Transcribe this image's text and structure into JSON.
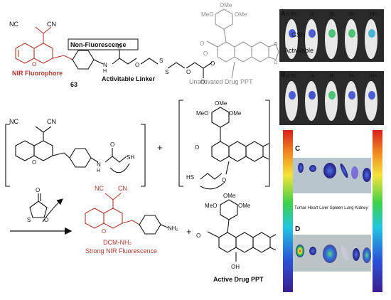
{
  "labels": {
    "non_fluorescence": "Non-Fluorescence",
    "nir_fluorophore": "NIR Fluorophore",
    "compound_number": "63",
    "activitable_linker": "Activitable Linker",
    "unactivated_drug": "Unactivated Drug PPT",
    "gsh": "GSH",
    "activitable": "Activitable",
    "dcm_nh2": "DCM-NH₂",
    "strong_nir": "Strong NIR Fluorescence",
    "active_drug": "Active Drug PPT",
    "plus1": "+",
    "plus2": "+"
  },
  "chem_atoms": {
    "nc": "NC",
    "cn": "CN",
    "o": "O",
    "n": "N",
    "h": "H",
    "s": "S",
    "sh": "SH",
    "hs": "HS",
    "meo": "MeO",
    "ome": "OMe",
    "oh": "OH",
    "nh2": "NH₂"
  },
  "panels": {
    "a": {
      "label": "A",
      "times": [
        "0.5h",
        "1h",
        "2h",
        "6h",
        "24h"
      ]
    },
    "b": {
      "label": "B",
      "times": [
        "0.5h",
        "1h",
        "2h",
        "6h",
        "24h"
      ]
    },
    "c": {
      "label": "C"
    },
    "d": {
      "label": "D"
    },
    "organs": "Tumor Heart Liver Spleen Lung Kidney"
  },
  "colors": {
    "fluorophore": "#b33a2e",
    "text": "#111111",
    "gray": "#8a8a8a"
  }
}
